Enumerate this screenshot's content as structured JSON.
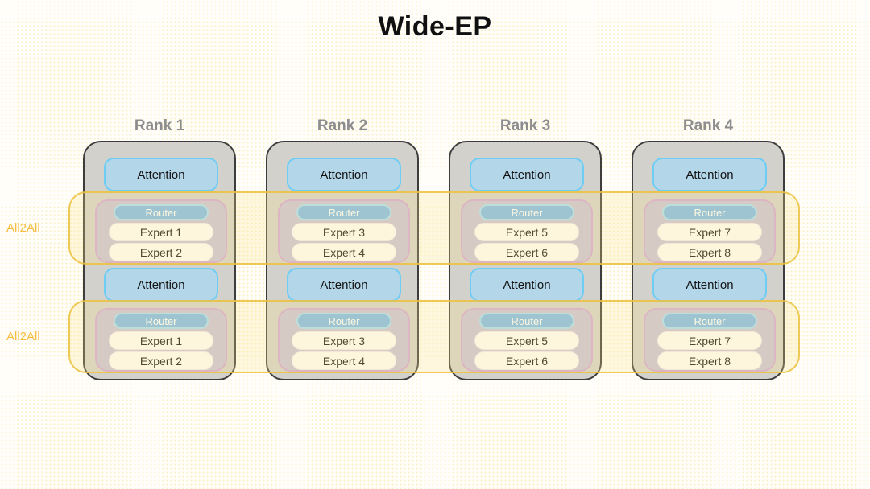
{
  "title": "Wide-EP",
  "all2all_bands": [
    {
      "label": "All2All"
    },
    {
      "label": "All2All"
    }
  ],
  "ranks": [
    {
      "label": "Rank 1",
      "layers": [
        {
          "attention_label": "Attention",
          "router_label": "Router",
          "experts": [
            "Expert 1",
            "Expert 2"
          ]
        },
        {
          "attention_label": "Attention",
          "router_label": "Router",
          "experts": [
            "Expert 1",
            "Expert 2"
          ]
        }
      ]
    },
    {
      "label": "Rank 2",
      "layers": [
        {
          "attention_label": "Attention",
          "router_label": "Router",
          "experts": [
            "Expert 3",
            "Expert 4"
          ]
        },
        {
          "attention_label": "Attention",
          "router_label": "Router",
          "experts": [
            "Expert 3",
            "Expert 4"
          ]
        }
      ]
    },
    {
      "label": "Rank 3",
      "layers": [
        {
          "attention_label": "Attention",
          "router_label": "Router",
          "experts": [
            "Expert 5",
            "Expert 6"
          ]
        },
        {
          "attention_label": "Attention",
          "router_label": "Router",
          "experts": [
            "Expert 5",
            "Expert 6"
          ]
        }
      ]
    },
    {
      "label": "Rank 4",
      "layers": [
        {
          "attention_label": "Attention",
          "router_label": "Router",
          "experts": [
            "Expert 7",
            "Expert 8"
          ]
        },
        {
          "attention_label": "Attention",
          "router_label": "Router",
          "experts": [
            "Expert 7",
            "Expert 8"
          ]
        }
      ]
    }
  ],
  "colors": {
    "band_border": "#ECC23E",
    "all2all_text": "#F6BD41",
    "rank_fill": "#D3D1CB",
    "rank_border": "#3D3D3D",
    "rank_label_text": "#8D8D8D",
    "attention_fill": "#B3D6E9",
    "attention_border": "#6ECDF5",
    "moe_fill": "#CAC2DA",
    "moe_border": "#D2A6D6",
    "router_fill": "#7FB9EA",
    "router_border": "#A7DDF7",
    "expert_fill": "#FEFCFA"
  }
}
